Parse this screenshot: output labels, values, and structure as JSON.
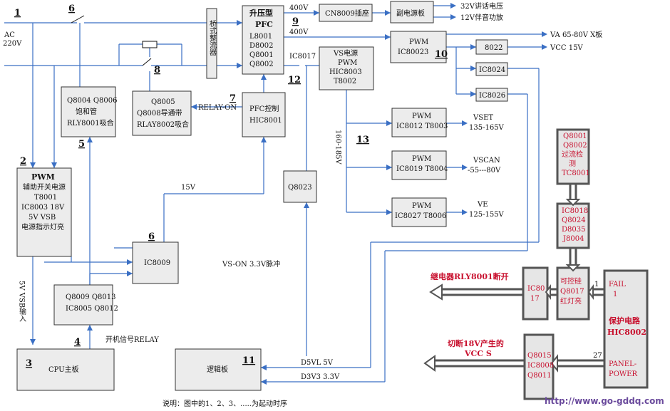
{
  "title_note": "说明：图中的1、2、3、.....为起动时序",
  "watermark": "http://www.go-gddq.com",
  "colors": {
    "flow": "#3a6fc4",
    "protect": "#c8102e",
    "box": "#ececec"
  },
  "step_numbers": {
    "n1": "1",
    "n2": "2",
    "n3": "3",
    "n4": "4",
    "n5": "5",
    "n6a": "6",
    "n6b": "6",
    "n7": "7",
    "n8": "8",
    "n9": "9",
    "n10": "10",
    "n11": "11",
    "n12": "12",
    "n13": "13"
  },
  "ac_input": {
    "line1": "AC",
    "line2": "220V"
  },
  "rectifier": "桥式整流器",
  "pfc": {
    "title1": "升压型",
    "title2": "PFC",
    "l1": "L8001",
    "l2": "D8002",
    "l3": "Q8001",
    "l4": "Q8002"
  },
  "top": {
    "v400a": "400V",
    "cn8009": "CN8009插座",
    "sub_board": "副电源板",
    "out1": "32V讲话电压",
    "out2": "12V伴音功放",
    "v400b": "400V"
  },
  "pwm_main": {
    "l1": "PWM",
    "l2": "IC80023",
    "out_va": "VA 65-80V X板",
    "out_vcc": "VCC  15V"
  },
  "ic8022": "8022",
  "ic8024": "IC8024",
  "ic8026": "IC8026",
  "vs_power": {
    "l1": "VS电源",
    "l2": "PWM",
    "l3": "HIC8003",
    "l4": "T8002",
    "ic8017": "IC8017"
  },
  "relay1": {
    "l1": "Q8004 Q8006",
    "l2": "饱和管",
    "l3": "RLY8001吸合"
  },
  "relay2": {
    "l1": "Q8005",
    "l2": "Q8008导通带",
    "l3": "RLAY8002吸合"
  },
  "relay_on": "RELAY-ON",
  "pfc_ctrl": {
    "l1": "PFC控制",
    "l2": "HIC8001"
  },
  "vset": {
    "l1": "PWM",
    "l2": "IC8012 T8003",
    "o1": "VSET",
    "o2": "135-165V"
  },
  "vscan": {
    "l1": "PWM",
    "l2": "IC8019 T8004",
    "o1": "VSCAN",
    "o2": "-55---80V"
  },
  "ve": {
    "l1": "PWM",
    "l2": "IC8027  T8006",
    "o1": "VE",
    "o2": "125-155V"
  },
  "v160": "160-185V",
  "q8023": "Q8023",
  "aux_pwm": {
    "l1": "PWM",
    "l2": "辅助开关电源",
    "l3": "T8001",
    "l4": "IC8003 18V",
    "l5": "5V  VSB",
    "l6": "电源指示灯亮"
  },
  "ic8009": "IC8009",
  "v15": "15V",
  "q8009": {
    "l1": "Q8009  Q8013",
    "l2": "IC8005 Q8012"
  },
  "open_relay": "开机信号RELAY",
  "cpu": "CPU主板",
  "vsb": "5V VSB输入",
  "logic": "逻辑板",
  "vson": "VS-ON   3.3V脉冲",
  "d5vl": "D5VL  5V",
  "d3v3": "D3V3  3.3V",
  "protect": {
    "q1": "Q8001",
    "q2": "Q8002",
    "q3": "过流检",
    "q4": "测",
    "q5": "TC8001",
    "i1": "IC8018",
    "i2": "Q8024",
    "i3": "D8035",
    "i4": "J8004",
    "c1": "可控硅",
    "c2": "Q8017",
    "c3": "红灯亮",
    "ic1": "IC80",
    "ic2": "17",
    "relay_off": "继电器RLY8001断开",
    "hic1": "FAIL",
    "hic2": "1",
    "hic3": "保护电路",
    "hic4": "HIC8002",
    "hic5": "27",
    "hic6": "PANEL-",
    "hic7": "POWER",
    "one": "1",
    "q8015a": "Q8015",
    "q8015b": "IC8008",
    "q8015c": "Q8011",
    "cut1": "切断18V产生的",
    "cut2": "VCC  S"
  }
}
